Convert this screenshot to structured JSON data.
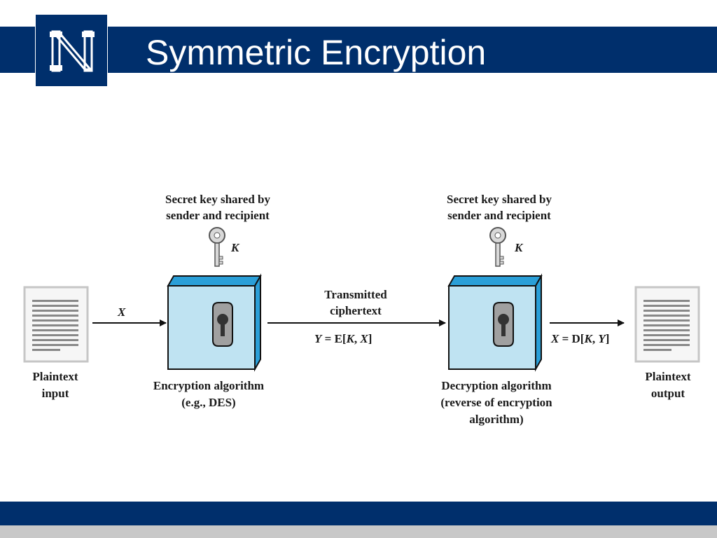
{
  "slide": {
    "title": "Symmetric Encryption"
  },
  "colors": {
    "navy": "#002f6c",
    "box_face": "#bfe3f2",
    "box_side": "#2a9fd8",
    "footer_gray": "#c8c8c8"
  },
  "logo": {
    "icon": "university-n-logo-icon"
  },
  "diagram": {
    "plaintext_input": {
      "line1": "Plaintext",
      "line2": "input"
    },
    "plaintext_output": {
      "line1": "Plaintext",
      "line2": "output"
    },
    "input_arrow_label": "X",
    "enc_key": {
      "line1": "Secret key shared by",
      "line2": "sender and recipient",
      "key_label": "K"
    },
    "dec_key": {
      "line1": "Secret key shared by",
      "line2": "sender and recipient",
      "key_label": "K"
    },
    "transmitted": {
      "line1": "Transmitted",
      "line2": "ciphertext"
    },
    "cipher_formula": {
      "lhs": "Y",
      "eq": " = E[",
      "k": "K",
      "sep": ", ",
      "x": "X",
      "end": "]"
    },
    "output_formula": {
      "lhs": "X",
      "eq": " = D[",
      "k": "K",
      "sep": ", ",
      "y": "Y",
      "end": "]"
    },
    "encryption": {
      "line1": "Encryption algorithm",
      "line2": "(e.g., DES)"
    },
    "decryption": {
      "line1": "Decryption algorithm",
      "line2": "(reverse of encryption",
      "line3": "algorithm)"
    }
  }
}
